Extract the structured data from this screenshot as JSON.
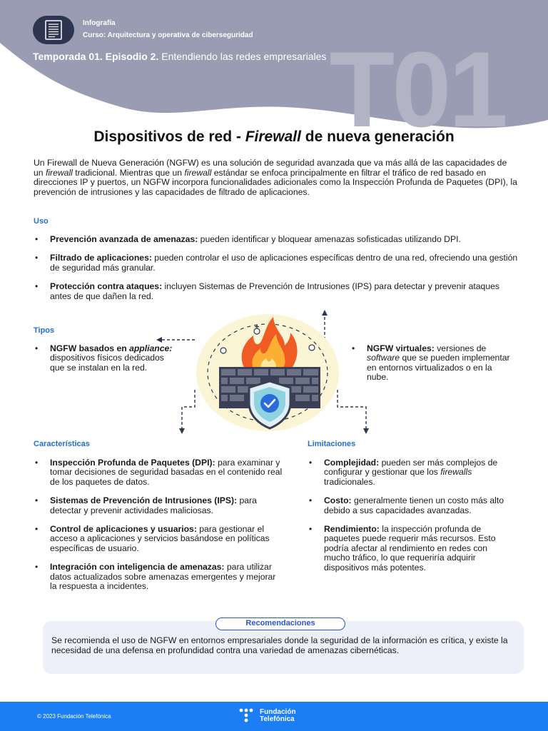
{
  "header": {
    "type_label": "Infografía",
    "course_label": "Curso: Arquitectura y operativa de ciberseguridad",
    "season_bold": "Temporada 01. Episodio 2.",
    "season_rest": " Entendiendo las redes empresariales",
    "watermark": "T01",
    "icon": "document-icon"
  },
  "title": {
    "part1": "Dispositivos de red - ",
    "part2": "Firewall",
    "part3": " de nueva generación"
  },
  "intro": {
    "t1": "Un Firewall de Nueva Generación (NGFW) es una solución de seguridad avanzada que va más allá de las capacidades de un ",
    "t2": "firewall",
    "t3": " tradicional. Mientras que un ",
    "t4": "firewall",
    "t5": " estándar se enfoca principalmente en filtrar el tráfico de red basado en direcciones IP y puertos, un NGFW incorpora funcionalidades adicionales como la Inspección Profunda de Paquetes (DPI), la prevención de intrusiones y las capacidades de filtrado de aplicaciones."
  },
  "uso": {
    "heading": "Uso",
    "items": [
      {
        "bold": "Prevención avanzada de amenazas:",
        "text": " pueden identificar y bloquear amenazas sofisticadas utilizando DPI."
      },
      {
        "bold": "Filtrado de aplicaciones:",
        "text": " pueden controlar el uso de aplicaciones específicas dentro de una red, ofreciendo una gestión de seguridad más granular."
      },
      {
        "bold": "Protección contra ataques:",
        "text": " incluyen Sistemas de Prevención de Intrusiones (IPS) para detectar y prevenir ataques antes de que dañen la red."
      }
    ]
  },
  "tipos": {
    "heading": "Tipos",
    "left": {
      "bold1": "NGFW basados en ",
      "bold_italic": "appliance:",
      "text": " dispositivos físicos dedicados que se instalan en la red."
    },
    "right": {
      "bold": "NGFW virtuales:",
      "text1": " versiones de ",
      "italic": "software",
      "text2": " que se pueden implementar en entornos virtualizados o en la nube."
    }
  },
  "caracteristicas": {
    "heading": "Características",
    "items": [
      {
        "bold": "Inspección Profunda de Paquetes (DPI):",
        "text": " para examinar y tomar decisiones de seguridad basadas en el contenido real de los paquetes de datos."
      },
      {
        "bold": "Sistemas de Prevención de Intrusiones (IPS):",
        "text": " para detectar y prevenir actividades maliciosas."
      },
      {
        "bold": "Control de aplicaciones y usuarios:",
        "text": " para gestionar el acceso a aplicaciones y servicios basándose en políticas específicas de usuario."
      },
      {
        "bold": "Integración con inteligencia de amenazas:",
        "text": " para utilizar datos actualizados sobre amenazas emergentes y mejorar la respuesta a incidentes."
      }
    ]
  },
  "limitaciones": {
    "heading": "Limitaciones",
    "items": [
      {
        "bold": "Complejidad:",
        "t1": " pueden ser más complejos de configurar y gestionar que los ",
        "italic": "firewalls",
        "t2": " tradicionales."
      },
      {
        "bold": "Costo:",
        "t1": " generalmente tienen un costo más alto debido a sus capacidades avanzadas.",
        "italic": "",
        "t2": ""
      },
      {
        "bold": "Rendimiento:",
        "t1": " la inspección profunda de paquetes puede requerir más recursos. Esto podría afectar al rendimiento en redes con mucho tráfico, lo que requeriría adquirir dispositivos más potentes.",
        "italic": "",
        "t2": ""
      }
    ]
  },
  "recomendaciones": {
    "heading": "Recomendaciones",
    "text": "Se recomienda el uso de NGFW en entornos empresariales donde la seguridad de la información es crítica, y existe la necesidad de una defensa en profundidad contra una variedad de amenazas cibernéticas."
  },
  "footer": {
    "copyright": "© 2023 Fundación Telefónica",
    "logo_line1": "Fundación",
    "logo_line2": "Telefónica"
  },
  "colors": {
    "header_bg": "#9a9cb4",
    "accent_blue": "#1f6fd6",
    "footer_blue": "#1c7ef5",
    "reco_bg": "#eef0f9"
  }
}
